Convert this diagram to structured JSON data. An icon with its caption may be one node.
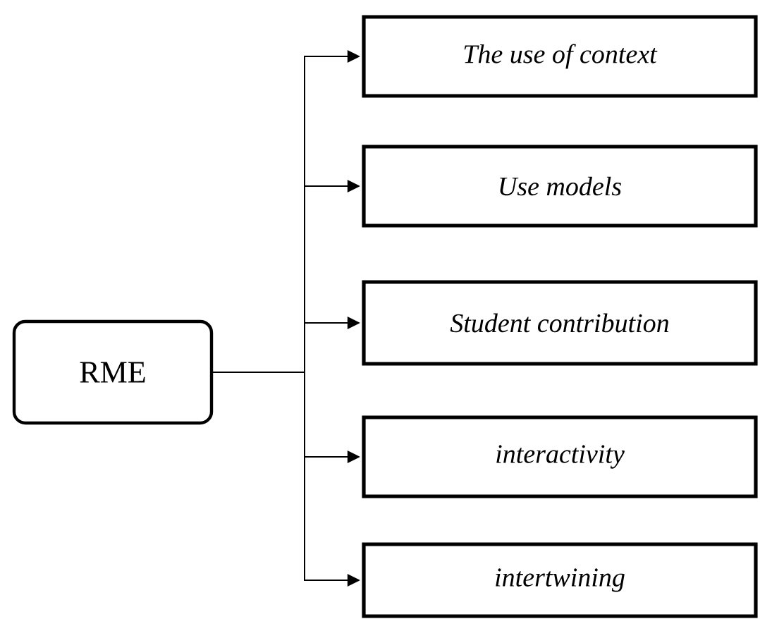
{
  "diagram": {
    "nodes": [
      {
        "text": [
          "RME"
        ]
      },
      {
        "text": [
          "The use of context"
        ]
      },
      {
        "text": [
          "Use models"
        ]
      },
      {
        "text": [
          "Student contribution"
        ]
      },
      {
        "text": [
          "interactivity"
        ]
      },
      {
        "text": [
          "intertwining"
        ]
      }
    ],
    "edges": [
      {
        "from": 0,
        "to": 1,
        "arrow": "to"
      },
      {
        "from": 0,
        "to": 2,
        "arrow": "to"
      },
      {
        "from": 0,
        "to": 3,
        "arrow": "to"
      },
      {
        "from": 0,
        "to": 4,
        "arrow": "to"
      },
      {
        "from": 0,
        "to": 5,
        "arrow": "to"
      }
    ]
  }
}
